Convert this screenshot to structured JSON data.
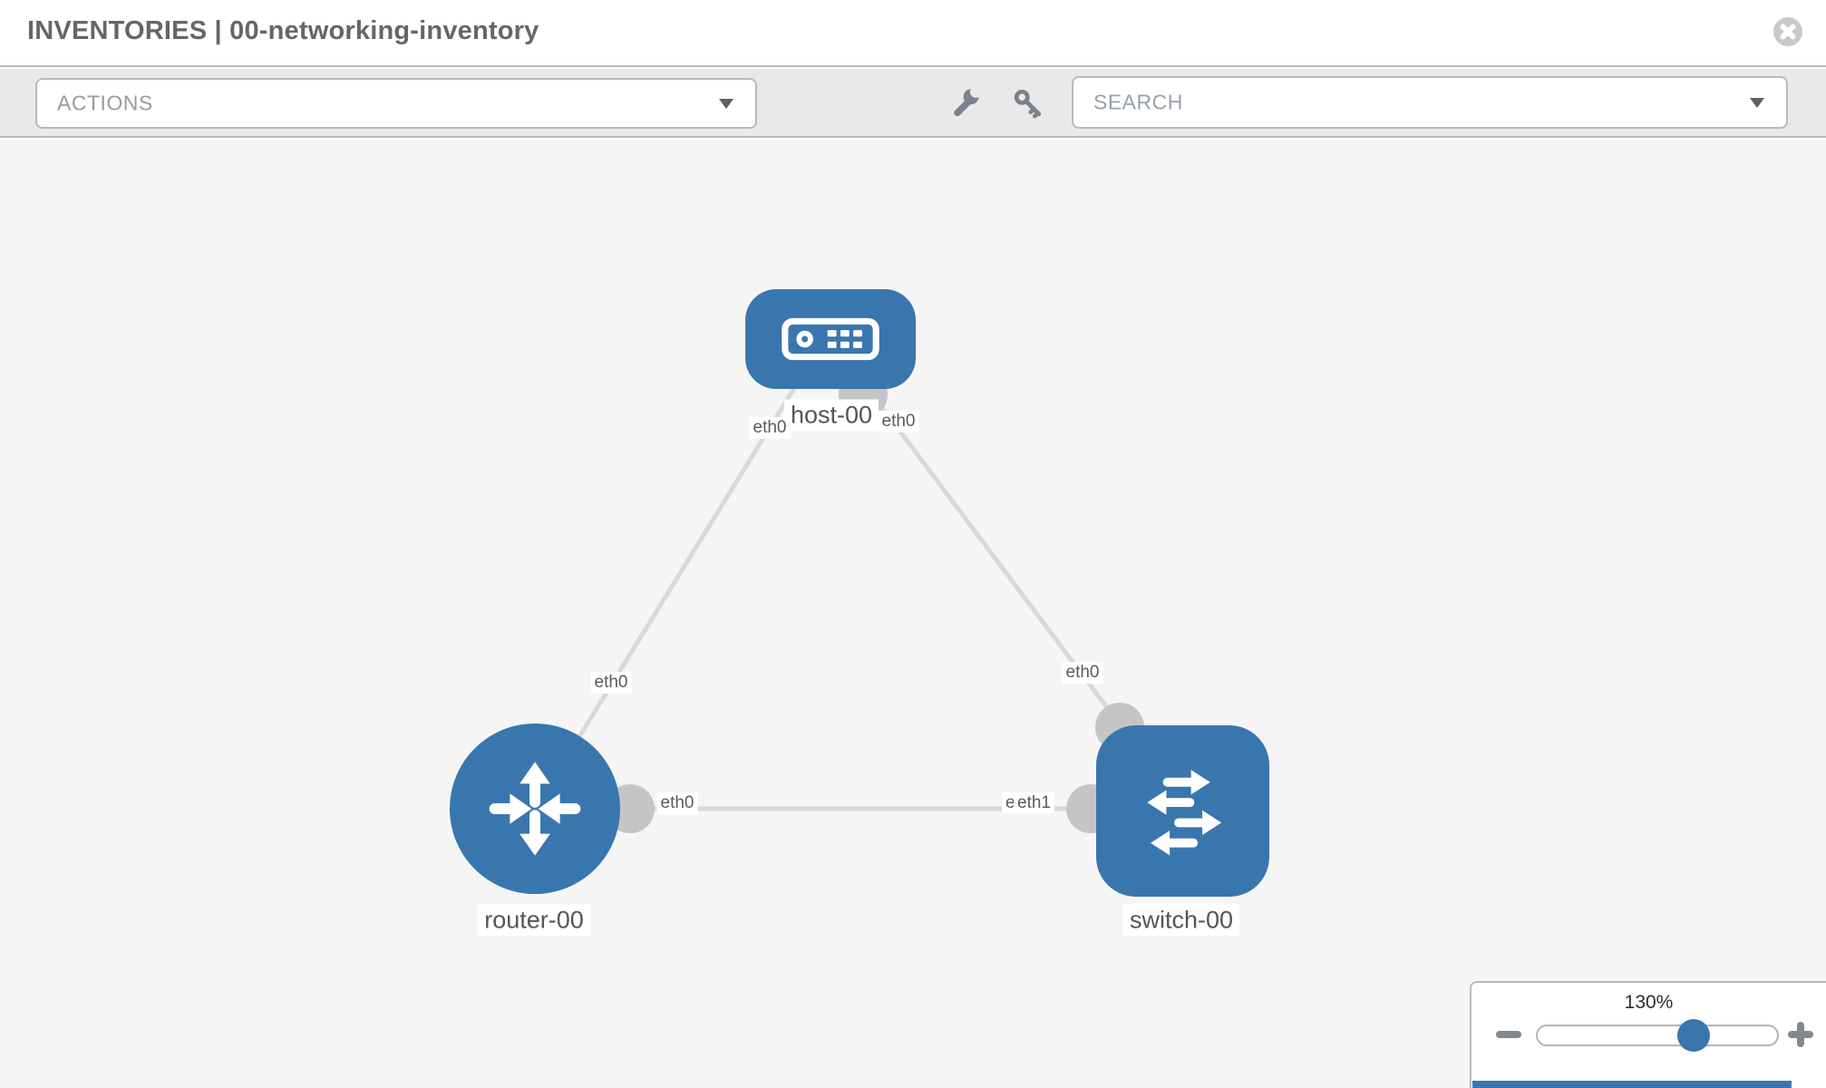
{
  "header": {
    "section": "INVENTORIES",
    "separator": "|",
    "inventory_name": "00-networking-inventory",
    "close_icon": "x-circle"
  },
  "toolbar": {
    "actions_dropdown": {
      "placeholder": "ACTIONS"
    },
    "search_dropdown": {
      "placeholder": "SEARCH"
    },
    "wrench_icon": "wrench",
    "key_icon": "key"
  },
  "topology": {
    "nodes": [
      {
        "id": "host-00",
        "type": "host",
        "label": "host-00",
        "shape": "rounded-rect",
        "icon": "server-icon"
      },
      {
        "id": "router-00",
        "type": "router",
        "label": "router-00",
        "shape": "circle",
        "icon": "router-arrows-icon"
      },
      {
        "id": "switch-00",
        "type": "switch",
        "label": "switch-00",
        "shape": "rounded-square",
        "icon": "switch-arrows-icon"
      }
    ],
    "links": [
      {
        "from": "router-00",
        "from_interface": "eth0",
        "to": "host-00",
        "to_interface": "eth0"
      },
      {
        "from": "host-00",
        "from_interface": "eth0",
        "to": "switch-00",
        "to_interface": "eth0"
      },
      {
        "from": "router-00",
        "from_interface": "eth0",
        "to": "switch-00",
        "to_interface": "eth1"
      }
    ],
    "interface_labels": {
      "host_left": "eth0",
      "host_right": "eth0",
      "router_host_link": "eth0",
      "host_switch_link": "eth0",
      "router_right": "eth0",
      "switch_left_back": "eth0",
      "switch_left_front": "eth1"
    }
  },
  "zoom_control": {
    "level": "130%",
    "minus_icon": "minus",
    "plus_icon": "plus"
  },
  "colors": {
    "node_blue": "#3a76ae",
    "link_gray": "#d9d9d9",
    "endpoint_gray": "#c5c5c5",
    "toolbar_gray": "#e9e9e9",
    "border_gray": "#b9b9b9"
  }
}
